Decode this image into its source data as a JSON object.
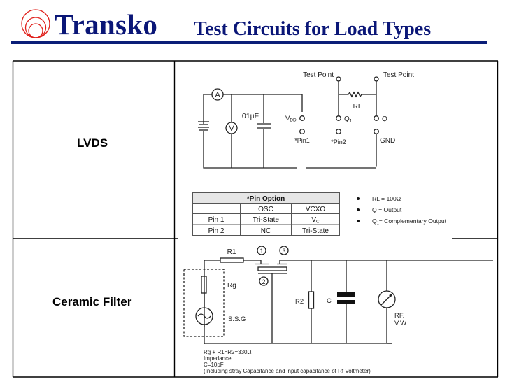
{
  "header": {
    "brand": "Transko",
    "title": "Test Circuits for Load Types",
    "logo_icon": "concentric-circles-logo",
    "colors": {
      "brand": "#0a1677",
      "logo": "#e0201b",
      "rule": "#0a1e78"
    }
  },
  "rows": [
    {
      "label": "LVDS",
      "circuit": {
        "meters": [
          "A",
          "V"
        ],
        "capacitor_label": ".01µF",
        "vdd_label": "V",
        "vdd_sub": "DD",
        "pin1_label": "*Pin1",
        "pin2_label": "*Pin2",
        "test_point_left": "Test Point",
        "test_point_right": "Test Point",
        "rl_label": "RL",
        "q1_label": "Q",
        "q1_sub": "1",
        "q_label": "Q",
        "gnd_label": "GND"
      },
      "pin_option_table": {
        "title": "*Pin Option",
        "columns": [
          "",
          "OSC",
          "VCXO"
        ],
        "rows": [
          [
            "Pin 1",
            "Tri-State",
            "V"
          ],
          [
            "Pin 2",
            "NC",
            "Tri-State"
          ]
        ],
        "vc_sub": "C"
      },
      "notes": [
        {
          "text": "RL = 100Ω"
        },
        {
          "text": "Q = Output"
        },
        {
          "text_main": "Q",
          "text_sub": "1",
          "text_rest": "= Complementary Output"
        }
      ]
    },
    {
      "label": "Ceramic Filter",
      "circuit": {
        "r1_label": "R1",
        "rg_label": "Rg",
        "ssg_label": "S.S.G",
        "node1": "1",
        "node2": "2",
        "node3": "3",
        "r2_label": "R2",
        "c_label": "C",
        "meter_label_line1": "RF.",
        "meter_label_line2": "V.W"
      },
      "notes": [
        "Rg + R1=R2=330Ω",
        "Impedance",
        "C=10pF",
        "(Including stray Capacitance and input capacitance of Rf Voltmeter)"
      ]
    }
  ]
}
